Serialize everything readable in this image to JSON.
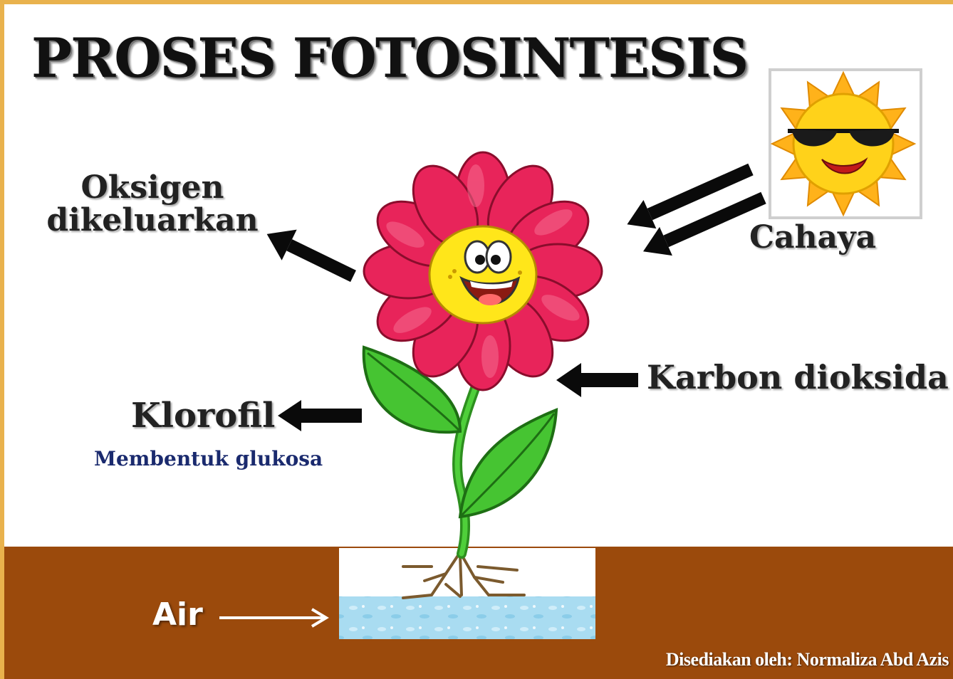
{
  "title": "PROSES FOTOSINTESIS",
  "labels": {
    "oxygen_line1": "Oksigen",
    "oxygen_line2": "dikeluarkan",
    "light": "Cahaya",
    "carbon_dioxide": "Karbon dioksida",
    "chlorophyll": "Klorofil",
    "glucose": "Membentuk glukosa",
    "water": "Air"
  },
  "credit": "Disediakan oleh: Normaliza Abd Azis",
  "colors": {
    "border": "#e9b24d",
    "soil": "#9b4a0c",
    "petal": "#e8245a",
    "flower_center": "#ffe61a",
    "leaf": "#3fbf2c",
    "sun": "#ffd21a",
    "water": "#a8dcf0",
    "glucose_text": "#1a2a6e"
  },
  "icons": [
    "sun-icon",
    "flower-icon",
    "arrow-icon"
  ]
}
